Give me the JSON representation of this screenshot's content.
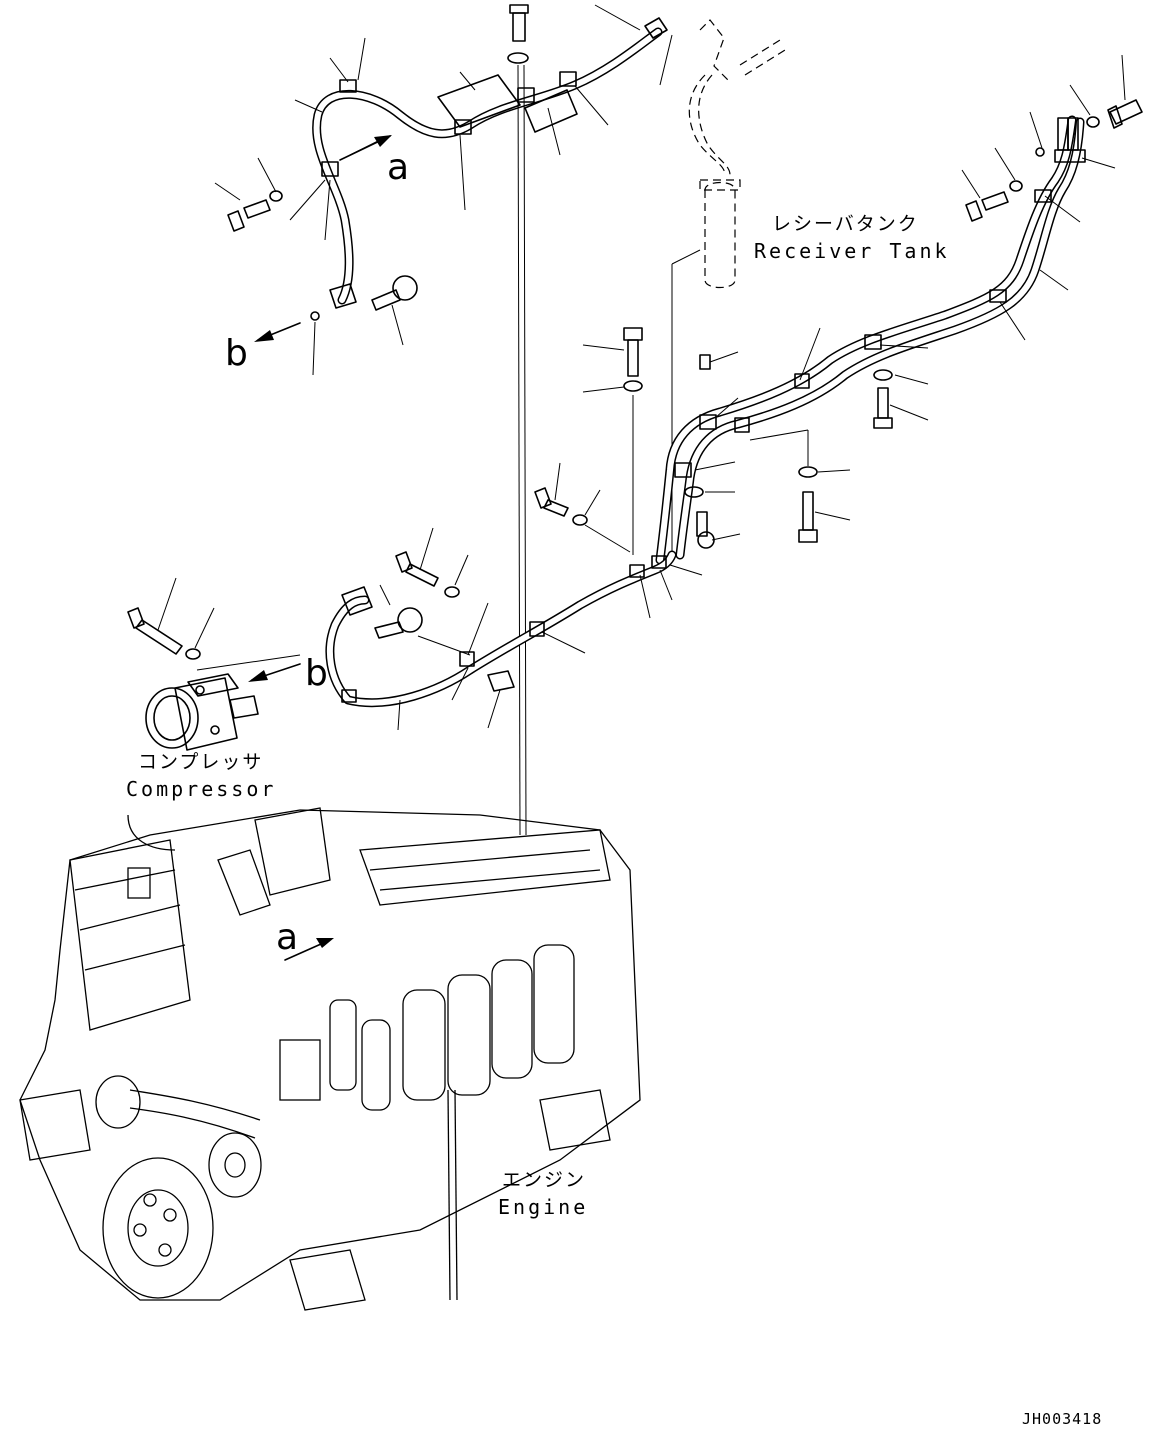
{
  "labels": {
    "receiver_tank_ja": "レシーバタンク",
    "receiver_tank_en": "Receiver Tank",
    "compressor_ja": "コンプレッサ",
    "compressor_en": "Compressor",
    "engine_ja": "エンジン",
    "engine_en": "Engine"
  },
  "markers": {
    "a_upper": "a",
    "a_lower": "a",
    "b_upper": "b",
    "b_lower": "b"
  },
  "drawing_code": "JH003418"
}
